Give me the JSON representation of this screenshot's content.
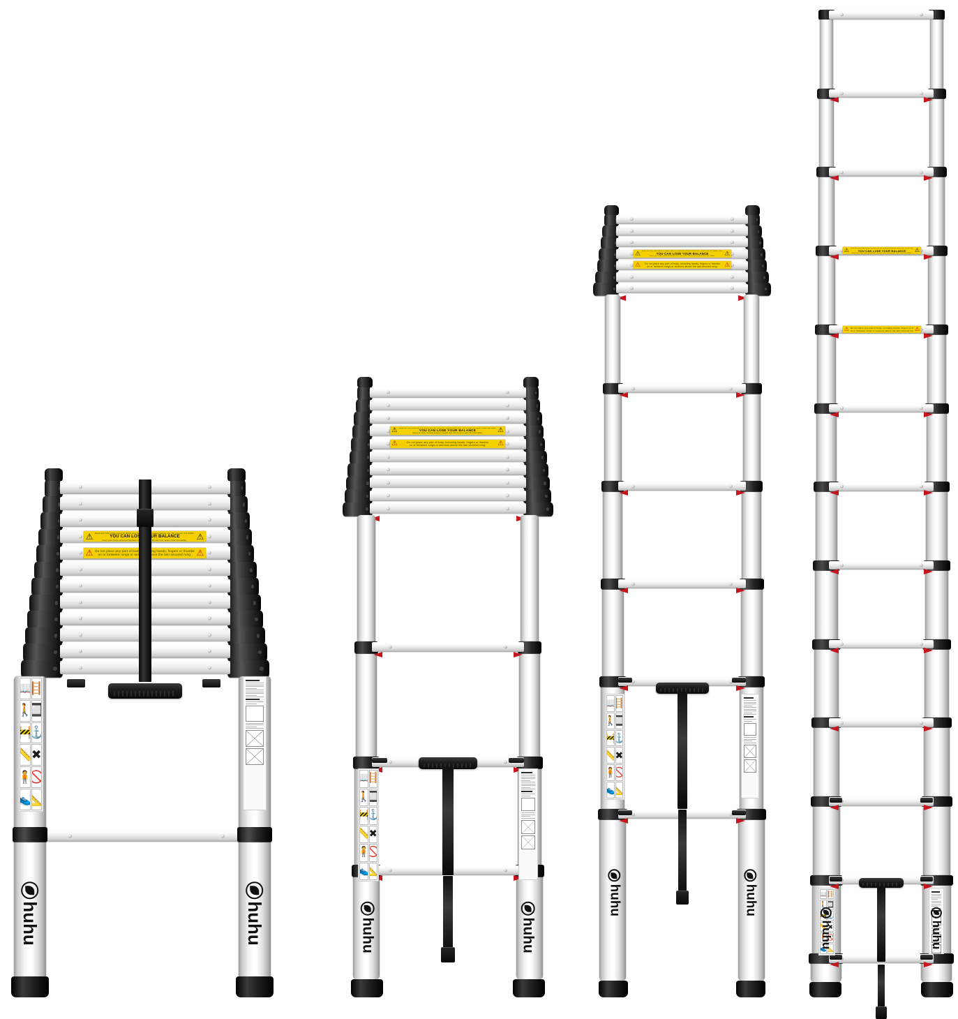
{
  "scene": {
    "background_color": "#ffffff",
    "product": "Ohuhu telescoping aluminum extension ladder",
    "view": "four ladders shown side by side at increasing extension states"
  },
  "brand": {
    "name": "huhu",
    "wordmark": "Ohuhu",
    "logo_icon": "leaf-in-circle-icon",
    "text_color": "#111111"
  },
  "warning_labels": {
    "primary": {
      "headline": "YOU CAN LOSE YOUR BALANCE",
      "top_caption": "Read and fully understand all labels and the instruction manual before use. Do not use this ladder unless you understand the warnings.",
      "bottom_caption": "Keep your body centered between the side rails. Do not over-reach from this ladder.",
      "icon": "warning-triangle-icon",
      "background_color": "#f5d000",
      "text_color": "#111111"
    },
    "secondary": {
      "text_line_1": "Do not place any part of body, including hands, fingers or thumbs",
      "text_line_2": "on or between rungs or sections above the last secured rung.",
      "icon": "warning-triangle-icon",
      "background_color": "#f5d000",
      "text_color": "#3a3a00"
    }
  },
  "indicators": {
    "lock_indicator": "red-arrow-lock-indicator",
    "lock_indicator_color": "#c4161c"
  },
  "components": {
    "rail": "aluminum-telescoping-rail",
    "rung": "aluminum-rung",
    "collar": "black-locking-collar",
    "foot": "non-slip-rubber-foot",
    "cap": "rail-end-cap",
    "handle": "carry-handle",
    "strap": "carry-strap",
    "buckle": "strap-buckle",
    "pictogram_sticker": "safety-pictogram-label",
    "text_sticker": "instruction-text-label"
  },
  "ladders": [
    {
      "id": "ladder-collapsed",
      "state": "Collapsed / fully retracted",
      "visible_rungs": 12,
      "has_warning_label": true,
      "has_carry_handle": true,
      "has_carry_strap": true
    },
    {
      "id": "ladder-partially-extended",
      "state": "Partially extended",
      "visible_rungs": 13,
      "has_warning_label": true,
      "has_carry_handle": true,
      "has_carry_strap": true
    },
    {
      "id": "ladder-mostly-extended",
      "state": "Mostly extended",
      "visible_rungs": 13,
      "has_warning_label": true,
      "has_carry_handle": true,
      "has_carry_strap": true
    },
    {
      "id": "ladder-fully-extended",
      "state": "Fully extended",
      "visible_rungs": 13,
      "has_warning_label": true,
      "has_carry_handle": true,
      "has_carry_strap": true
    }
  ]
}
